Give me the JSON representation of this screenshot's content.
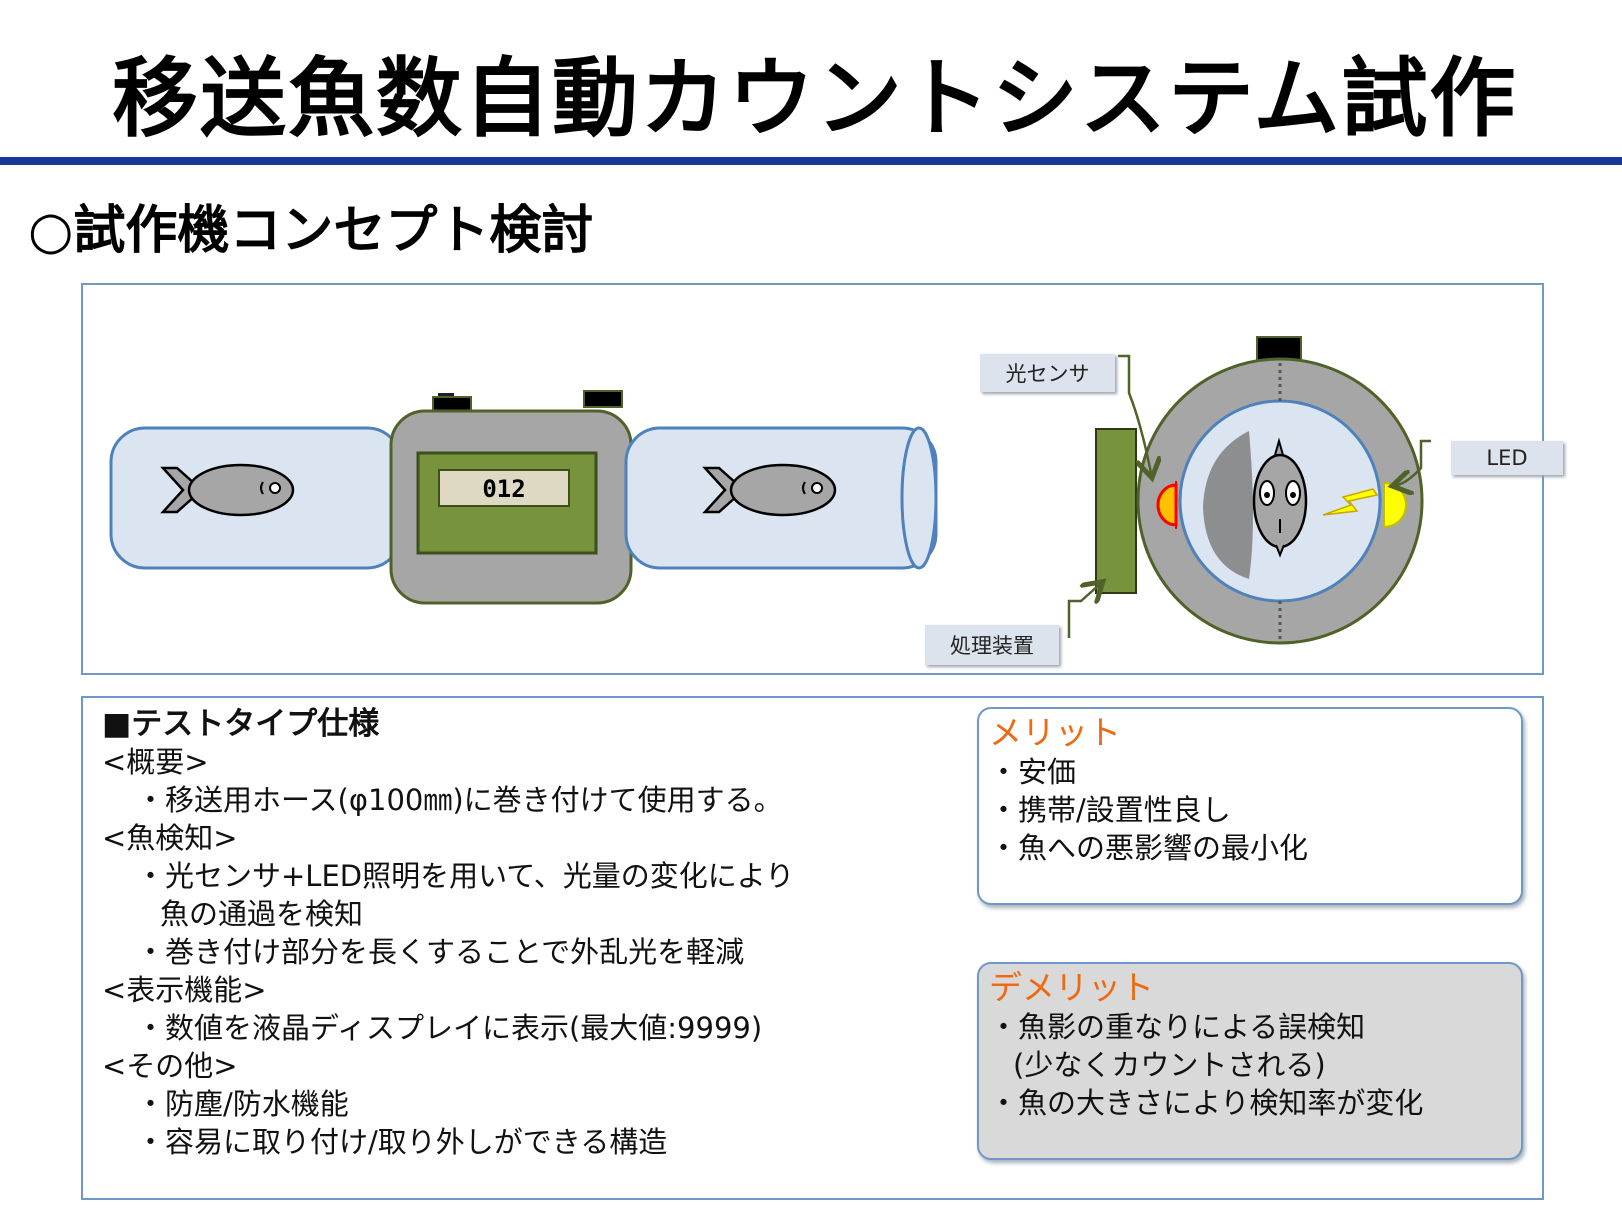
{
  "slide": {
    "title": "移送魚数自動カウントシステム試作",
    "subtitle": "○試作機コンセプト検討"
  },
  "diagram": {
    "display_value": "012",
    "callouts": {
      "sensor": "光センサ",
      "led": "LED",
      "processor": "処理装置"
    },
    "colors": {
      "hose_fill": "#dbe5f1",
      "hose_stroke": "#4f81bd",
      "housing_fill": "#a6a6a6",
      "housing_stroke": "#4f6228",
      "display_fill": "#77933c",
      "fish_fill": "#a6a6a6",
      "sensor_fill": "#ffc000",
      "led_fill": "#ffff00"
    }
  },
  "spec": {
    "heading": "■テストタイプ仕様",
    "lines": [
      {
        "text": "<概要>",
        "indent": 0
      },
      {
        "text": "・移送用ホース(φ100㎜)に巻き付けて使用する。",
        "indent": 1
      },
      {
        "text": "<魚検知>",
        "indent": 0
      },
      {
        "text": "・光センサ+LED照明を用いて、光量の変化により",
        "indent": 1
      },
      {
        "text": "魚の通過を検知",
        "indent": 2
      },
      {
        "text": "・巻き付け部分を長くすることで外乱光を軽減",
        "indent": 1
      },
      {
        "text": "<表示機能>",
        "indent": 0
      },
      {
        "text": "・数値を液晶ディスプレイに表示(最大値:9999)",
        "indent": 1
      },
      {
        "text": "<その他>",
        "indent": 0
      },
      {
        "text": "・防塵/防水機能",
        "indent": 1
      },
      {
        "text": "・容易に取り付け/取り外しができる構造",
        "indent": 1
      }
    ]
  },
  "merit": {
    "title": "メリット",
    "items": [
      "・安価",
      "・携帯/設置性良し",
      "・魚への悪影響の最小化"
    ]
  },
  "demerit": {
    "title": "デメリット",
    "items": [
      "・魚影の重なりによる誤検知",
      "(少なくカウントされる)",
      "・魚の大きさにより検知率が変化"
    ]
  }
}
